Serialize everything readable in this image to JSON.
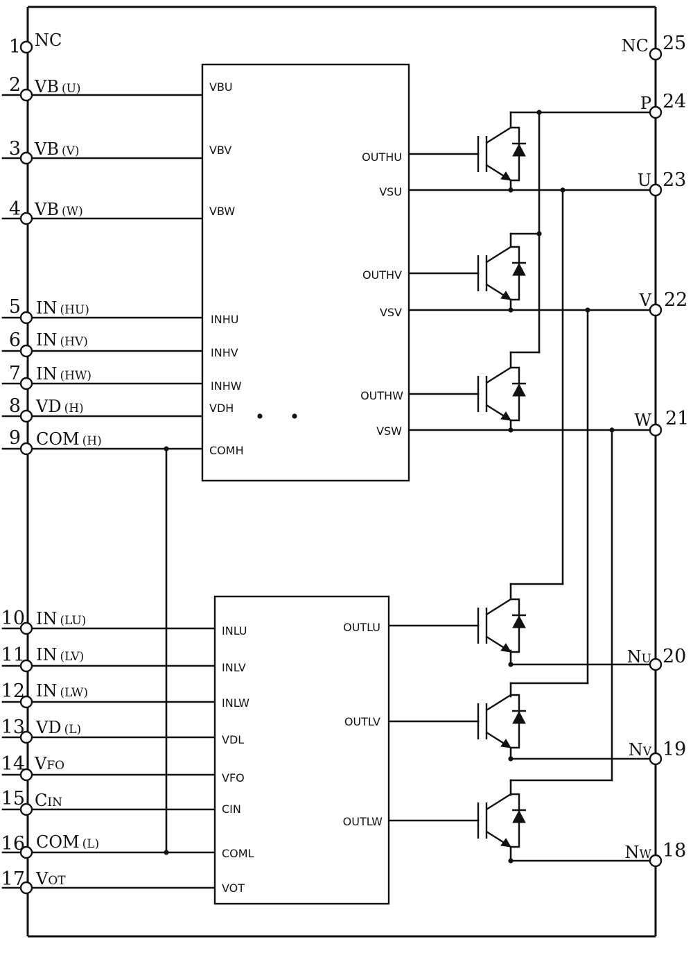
{
  "left_pins": [
    {
      "num": "1",
      "label": "NC",
      "sub": ""
    },
    {
      "num": "2",
      "label": "VB",
      "sub": "(U)"
    },
    {
      "num": "3",
      "label": "VB",
      "sub": "(V)"
    },
    {
      "num": "4",
      "label": "VB",
      "sub": "(W)"
    },
    {
      "num": "5",
      "label": "IN",
      "sub": "(HU)"
    },
    {
      "num": "6",
      "label": "IN",
      "sub": "(HV)"
    },
    {
      "num": "7",
      "label": "IN",
      "sub": "(HW)"
    },
    {
      "num": "8",
      "label": "VD",
      "sub": "(H)"
    },
    {
      "num": "9",
      "label": "COM",
      "sub": "(H)"
    },
    {
      "num": "10",
      "label": "IN",
      "sub": "(LU)"
    },
    {
      "num": "11",
      "label": "IN",
      "sub": "(LV)"
    },
    {
      "num": "12",
      "label": "IN",
      "sub": "(LW)"
    },
    {
      "num": "13",
      "label": "VD",
      "sub": "(L)"
    },
    {
      "num": "14",
      "label": "V",
      "sub": "FO"
    },
    {
      "num": "15",
      "label": "C",
      "sub": "IN"
    },
    {
      "num": "16",
      "label": "COM",
      "sub": "(L)"
    },
    {
      "num": "17",
      "label": "V",
      "sub": "OT"
    }
  ],
  "right_pins": [
    {
      "num": "25",
      "label": "NC",
      "sub": ""
    },
    {
      "num": "24",
      "label": "P",
      "sub": ""
    },
    {
      "num": "23",
      "label": "U",
      "sub": ""
    },
    {
      "num": "22",
      "label": "V",
      "sub": ""
    },
    {
      "num": "21",
      "label": "W",
      "sub": ""
    },
    {
      "num": "20",
      "label": "N",
      "sub": "U"
    },
    {
      "num": "19",
      "label": "N",
      "sub": "V"
    },
    {
      "num": "18",
      "label": "N",
      "sub": "W"
    }
  ],
  "hvic_labels": {
    "left": [
      "VBU",
      "VBV",
      "VBW",
      "INHU",
      "INHV",
      "INHW",
      "VDH",
      "COMH"
    ],
    "right": [
      "OUTHU",
      "VSU",
      "OUTHV",
      "VSV",
      "OUTHW",
      "VSW"
    ]
  },
  "lvic_labels": {
    "left": [
      "INLU",
      "INLV",
      "INLW",
      "VDL",
      "VFO",
      "CIN",
      "COML",
      "VOT"
    ],
    "right": [
      "OUTLU",
      "OUTLV",
      "OUTLW"
    ]
  }
}
